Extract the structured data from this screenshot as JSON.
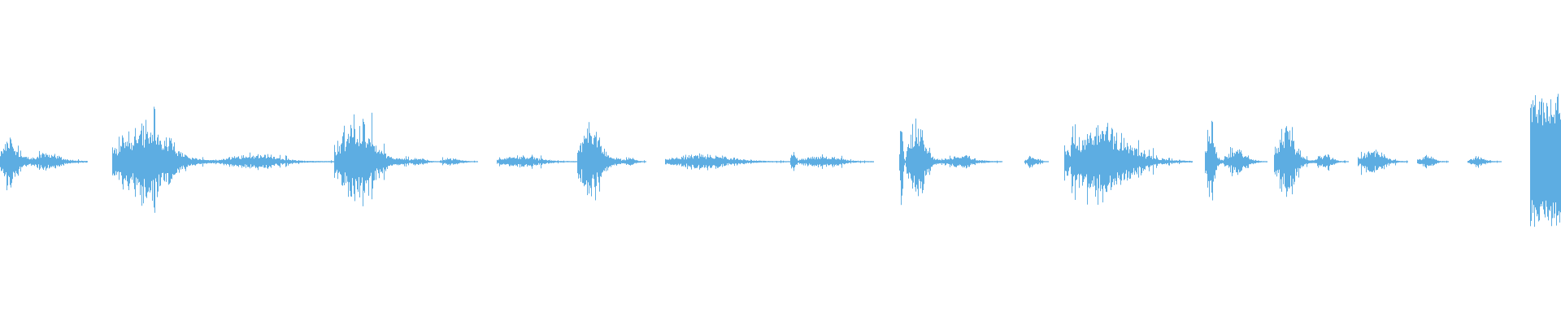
{
  "waveform": {
    "color": "#5DADE2",
    "background": "#FFFFFF",
    "channel_count": 1,
    "bursts": [
      {
        "start": 0.0,
        "end": 0.018,
        "peak": 0.22,
        "floor": 0.03
      },
      {
        "start": 0.018,
        "end": 0.056,
        "peak": 0.07,
        "floor": 0.006
      },
      {
        "start": 0.072,
        "end": 0.14,
        "peak": 0.36,
        "floor": 0.01
      },
      {
        "start": 0.14,
        "end": 0.214,
        "peak": 0.06,
        "floor": 0.004
      },
      {
        "start": 0.214,
        "end": 0.262,
        "peak": 0.34,
        "floor": 0.018
      },
      {
        "start": 0.262,
        "end": 0.282,
        "peak": 0.03,
        "floor": 0.004
      },
      {
        "start": 0.282,
        "end": 0.306,
        "peak": 0.03,
        "floor": 0.003
      },
      {
        "start": 0.318,
        "end": 0.37,
        "peak": 0.05,
        "floor": 0.004
      },
      {
        "start": 0.37,
        "end": 0.398,
        "peak": 0.3,
        "floor": 0.02
      },
      {
        "start": 0.398,
        "end": 0.414,
        "peak": 0.04,
        "floor": 0.004
      },
      {
        "start": 0.426,
        "end": 0.506,
        "peak": 0.06,
        "floor": 0.004
      },
      {
        "start": 0.506,
        "end": 0.512,
        "peak": 0.1,
        "floor": 0.008
      },
      {
        "start": 0.512,
        "end": 0.56,
        "peak": 0.05,
        "floor": 0.004
      },
      {
        "start": 0.576,
        "end": 0.58,
        "peak": 0.31,
        "floor": 0.006
      },
      {
        "start": 0.58,
        "end": 0.604,
        "peak": 0.34,
        "floor": 0.012
      },
      {
        "start": 0.604,
        "end": 0.642,
        "peak": 0.05,
        "floor": 0.004
      },
      {
        "start": 0.656,
        "end": 0.672,
        "peak": 0.05,
        "floor": 0.003
      },
      {
        "start": 0.682,
        "end": 0.764,
        "peak": 0.28,
        "floor": 0.006
      },
      {
        "start": 0.772,
        "end": 0.784,
        "peak": 0.31,
        "floor": 0.01
      },
      {
        "start": 0.784,
        "end": 0.812,
        "peak": 0.1,
        "floor": 0.004
      },
      {
        "start": 0.816,
        "end": 0.842,
        "peak": 0.3,
        "floor": 0.008
      },
      {
        "start": 0.842,
        "end": 0.864,
        "peak": 0.06,
        "floor": 0.003
      },
      {
        "start": 0.87,
        "end": 0.902,
        "peak": 0.1,
        "floor": 0.004
      },
      {
        "start": 0.908,
        "end": 0.928,
        "peak": 0.05,
        "floor": 0.003
      },
      {
        "start": 0.94,
        "end": 0.962,
        "peak": 0.04,
        "floor": 0.003
      },
      {
        "start": 0.98,
        "end": 1.0,
        "peak": 0.48,
        "floor": 0.42
      }
    ]
  }
}
